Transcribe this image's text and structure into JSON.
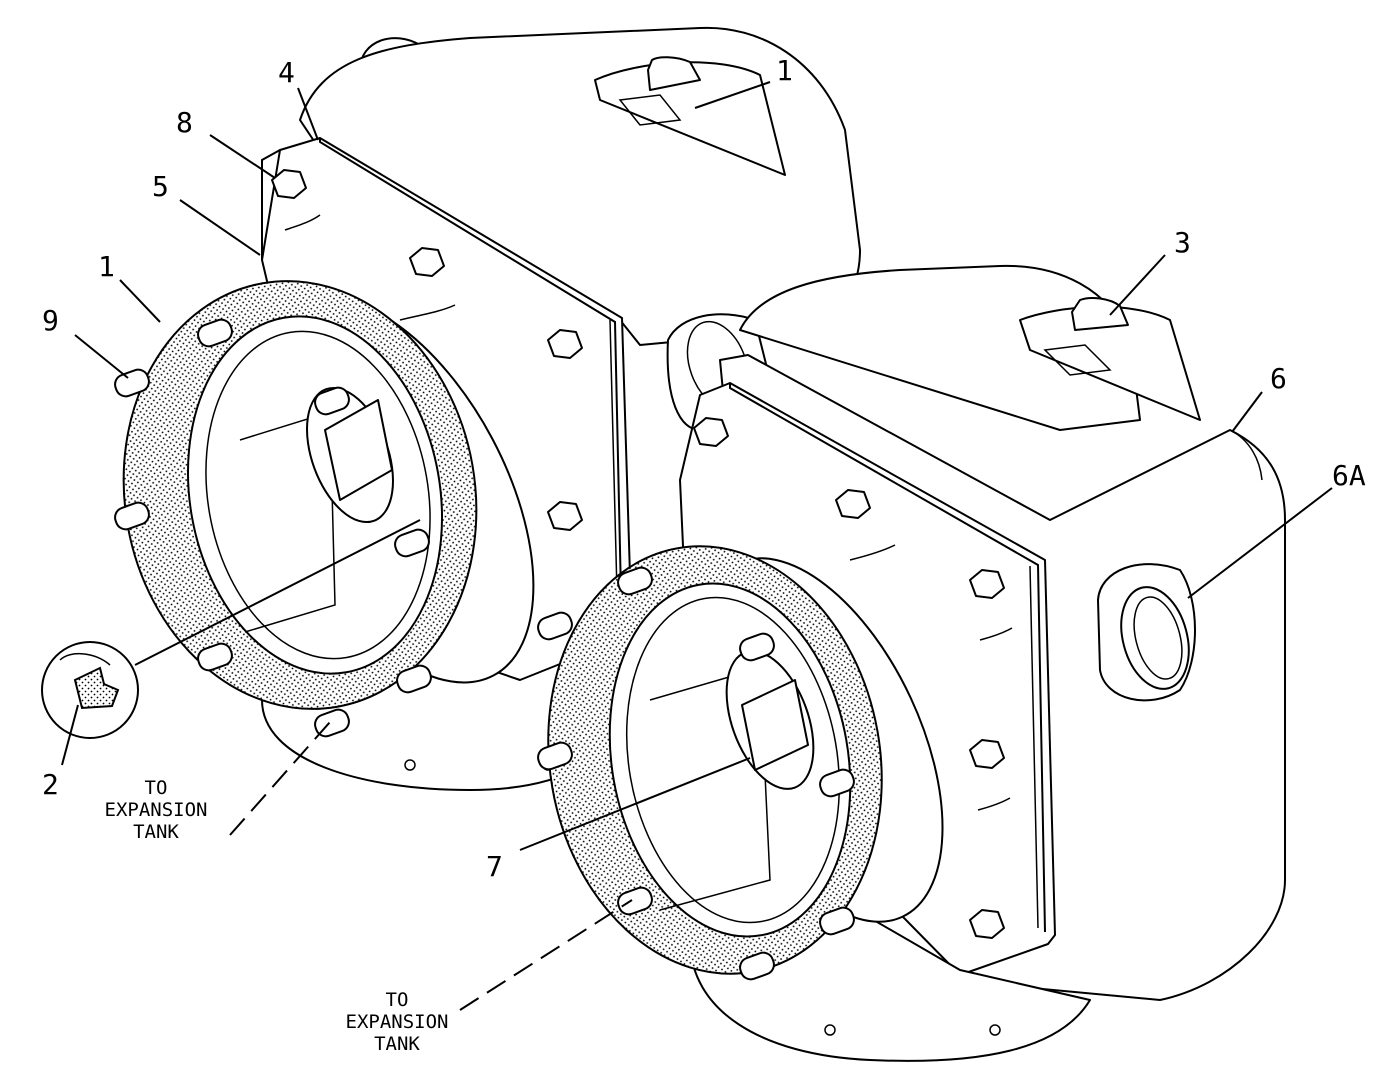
{
  "callouts": {
    "c1_top": "1",
    "c4": "4",
    "c8": "8",
    "c5": "5",
    "c1_left": "1",
    "c9": "9",
    "c3": "3",
    "c6": "6",
    "c6a": "6A",
    "c2": "2",
    "c7": "7"
  },
  "notes": {
    "left": [
      "TO",
      "EXPANSION",
      "TANK"
    ],
    "bottom": [
      "TO",
      "EXPANSION",
      "TANK"
    ]
  }
}
